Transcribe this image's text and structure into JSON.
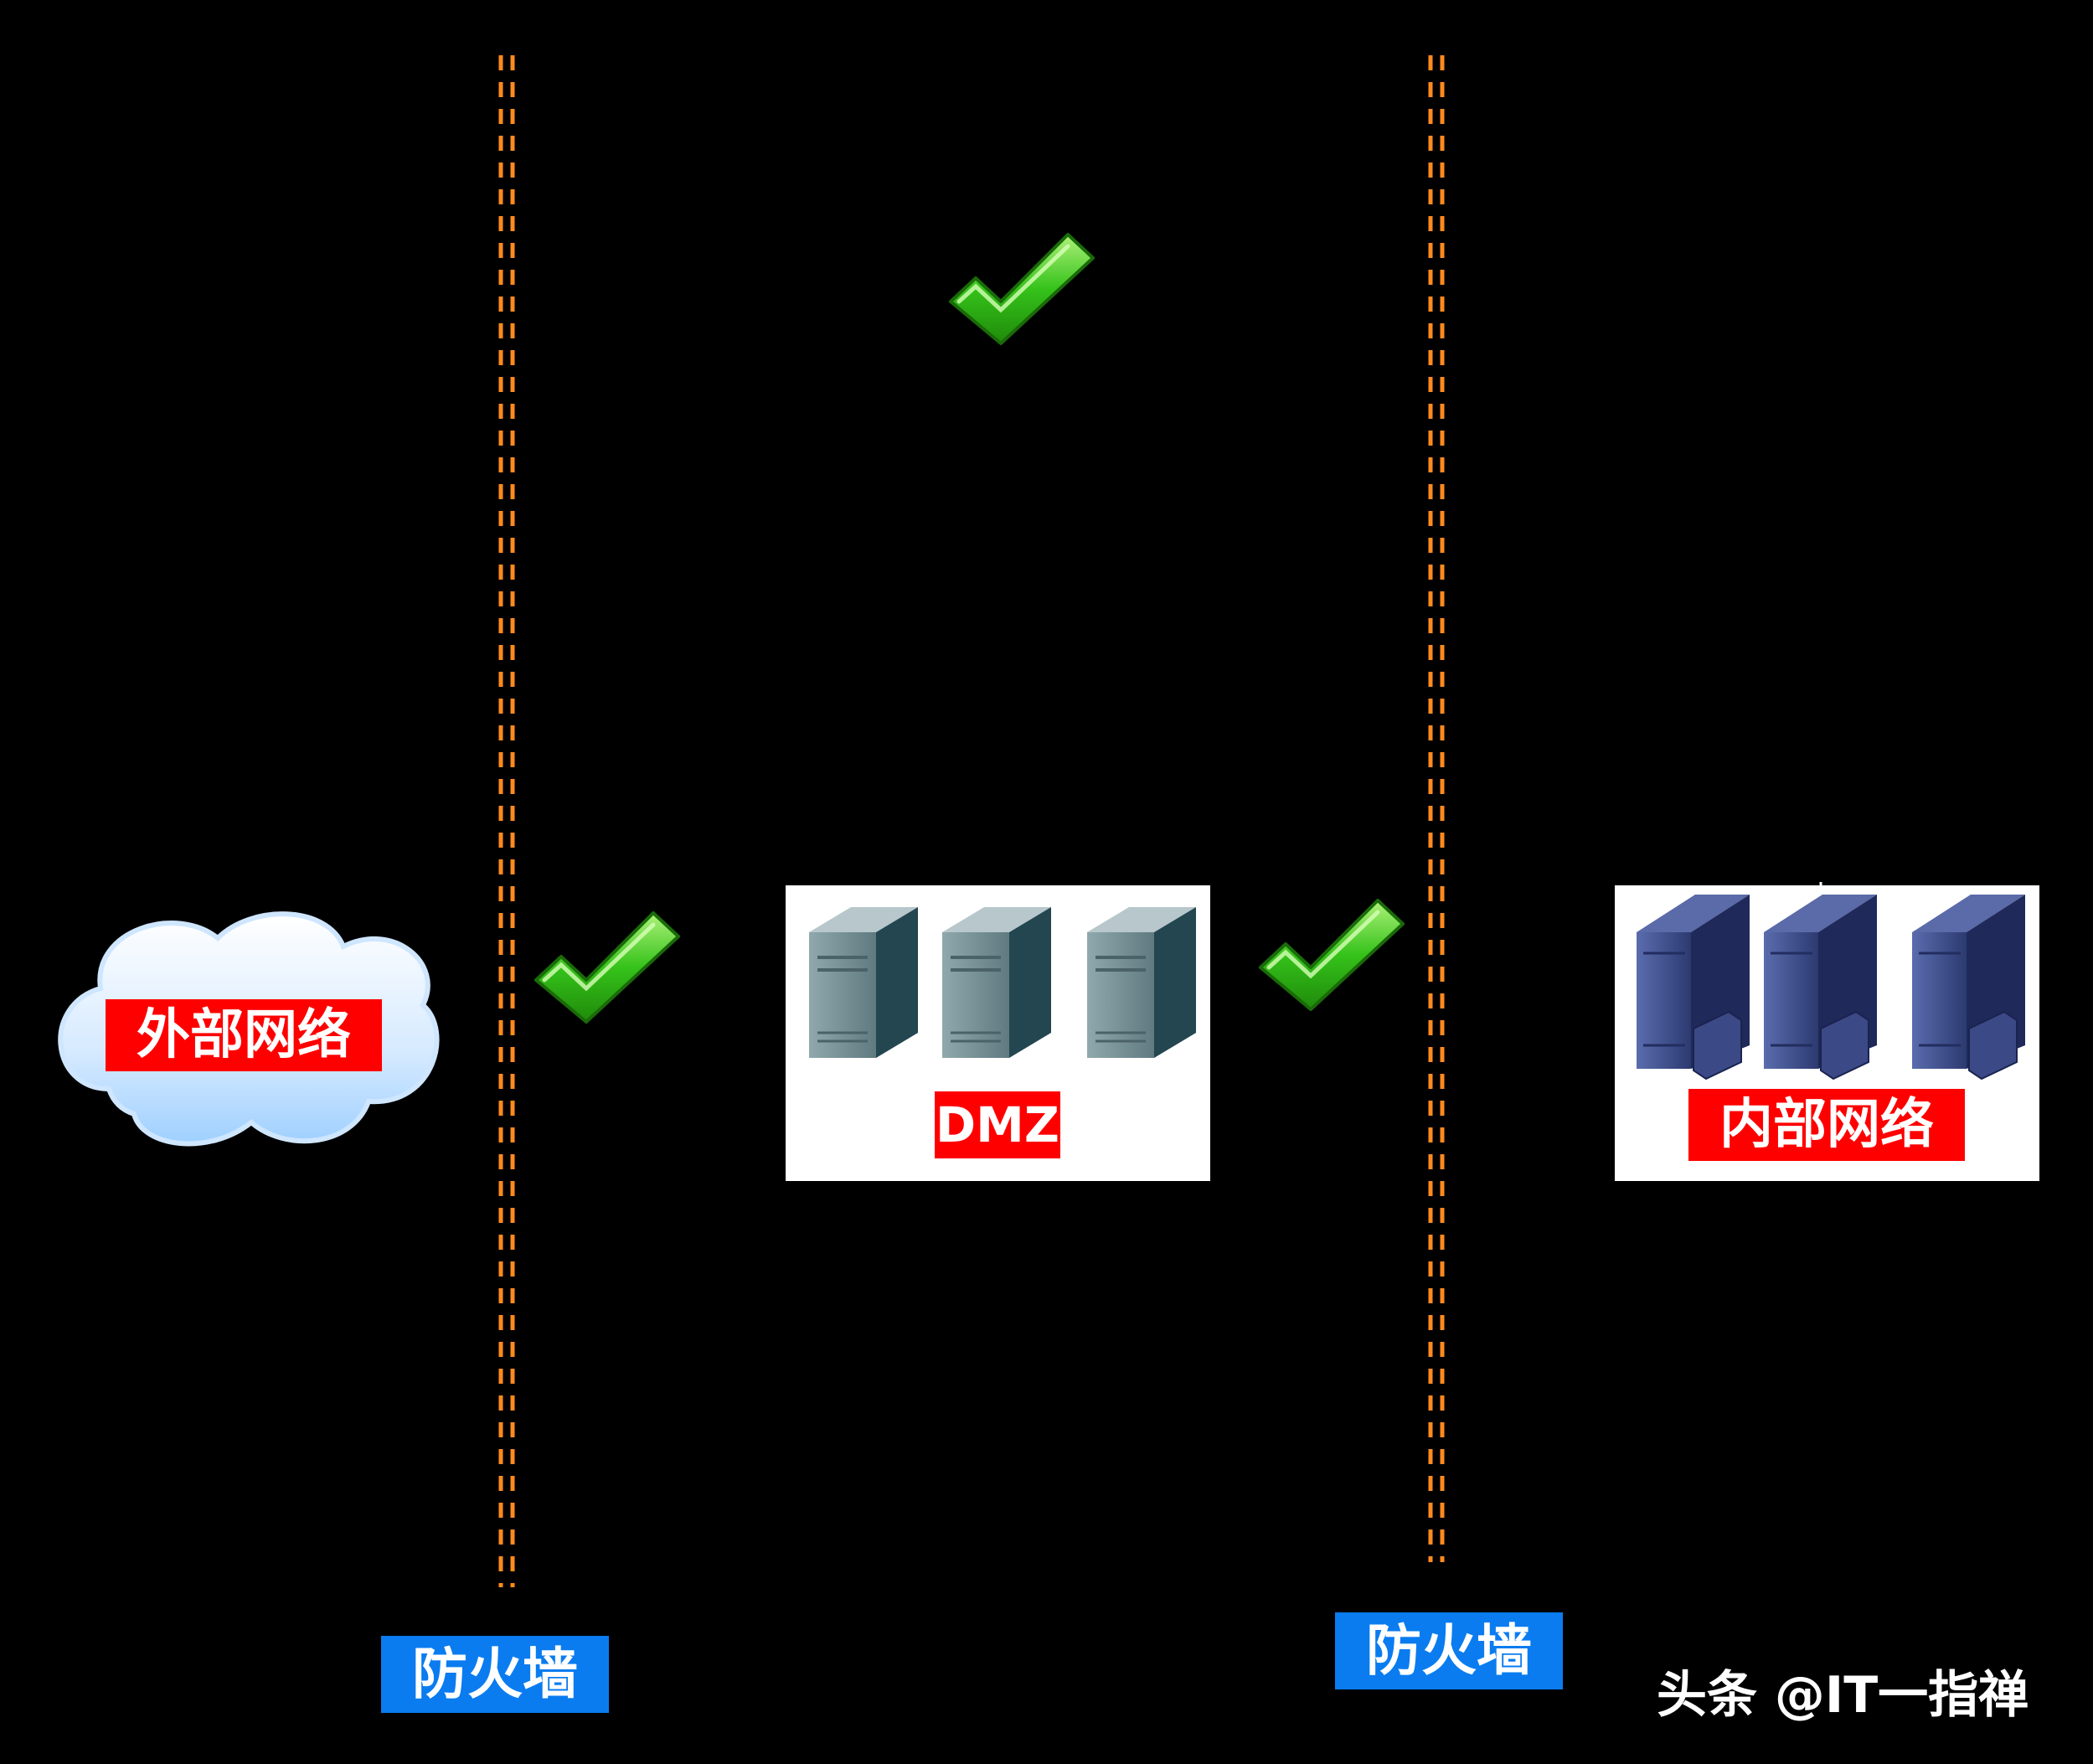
{
  "external_network": {
    "label": "外部网络"
  },
  "dmz": {
    "label": "DMZ",
    "server_count": 3
  },
  "internal_network": {
    "label": "内部网络",
    "server_count": 3
  },
  "firewalls": [
    {
      "label": "防火墙"
    },
    {
      "label": "防火墙"
    }
  ],
  "checkmarks": 3,
  "watermark": {
    "text": "头条 @IT一指禅"
  },
  "colors": {
    "background": "#000000",
    "firewall_line": "#ff8a1e",
    "label_red": "#ff0000",
    "label_blue": "#0a7cf0",
    "check_green": "#35c21a",
    "dmz_server": "#2f5560",
    "internal_server": "#3b4a86"
  }
}
